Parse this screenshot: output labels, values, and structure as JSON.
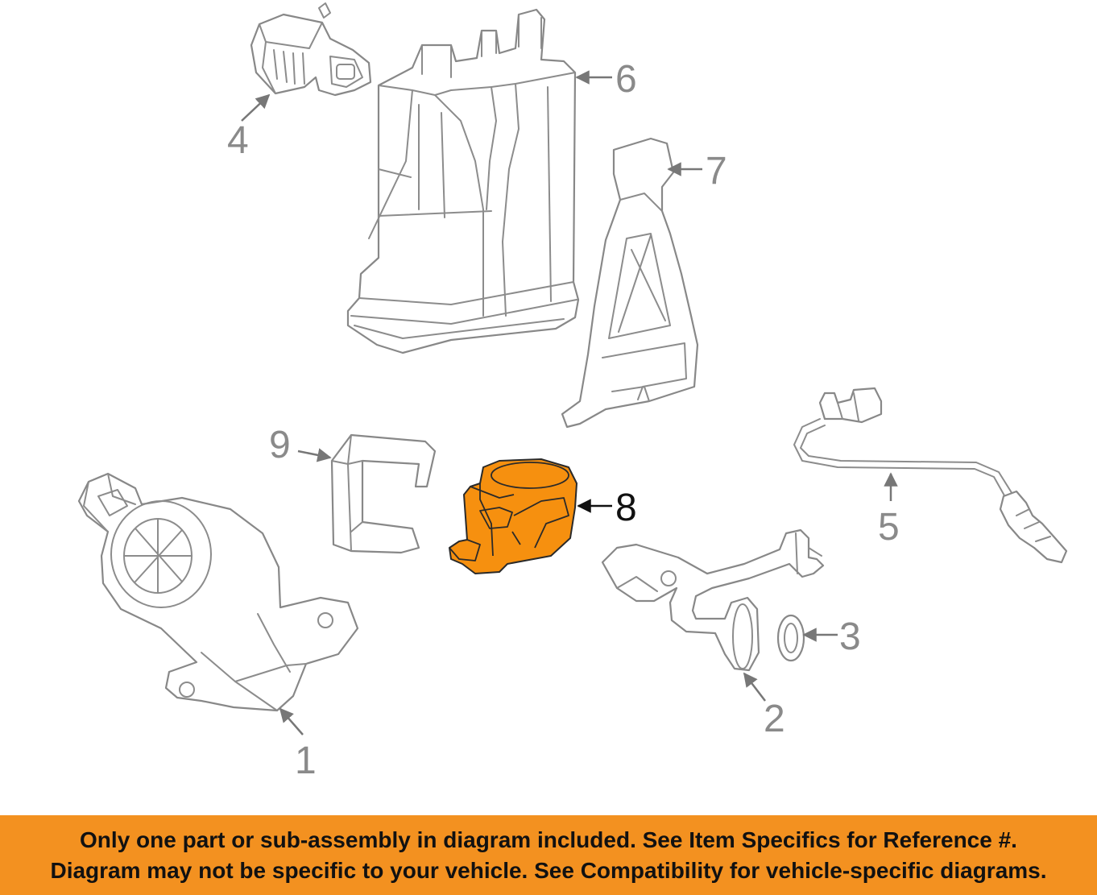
{
  "diagram": {
    "callouts": [
      "1",
      "2",
      "3",
      "4",
      "5",
      "6",
      "7",
      "8",
      "9"
    ],
    "highlighted_callout": "8",
    "colors": {
      "highlight": "#f6900f",
      "outline": "#888888",
      "banner": "#f39120"
    }
  },
  "footer": {
    "line1": "Only one part or sub-assembly in diagram included. See Item Specifics for Reference #.",
    "line2": "Diagram may not be specific to your vehicle. See Compatibility for vehicle-specific diagrams."
  }
}
